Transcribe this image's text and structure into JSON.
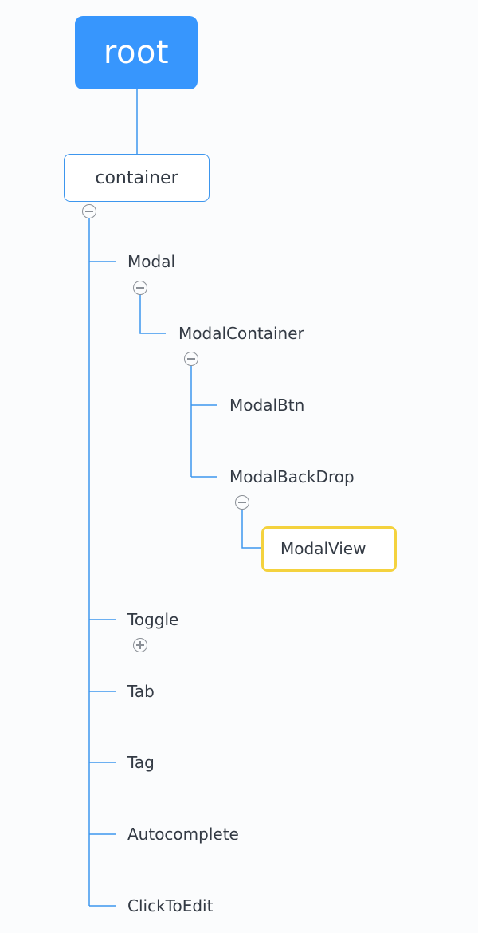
{
  "tree": {
    "root": {
      "label": "root"
    },
    "container": {
      "label": "container"
    },
    "nodes": {
      "modal": "Modal",
      "modal_container": "ModalContainer",
      "modal_btn": "ModalBtn",
      "modal_backdrop": "ModalBackDrop",
      "modal_view": "ModalView",
      "toggle": "Toggle",
      "tab": "Tab",
      "tag": "Tag",
      "autocomplete": "Autocomplete",
      "click_to_edit": "ClickToEdit"
    },
    "state": {
      "container": "collapse",
      "modal": "collapse",
      "modal_container": "collapse",
      "modal_backdrop": "collapse",
      "toggle": "expand"
    },
    "selected_node": "ModalView"
  },
  "colors": {
    "root_fill": "#3796fd",
    "connector": "#3d96ee",
    "selection": "#f4d23e",
    "text": "#333a44"
  }
}
